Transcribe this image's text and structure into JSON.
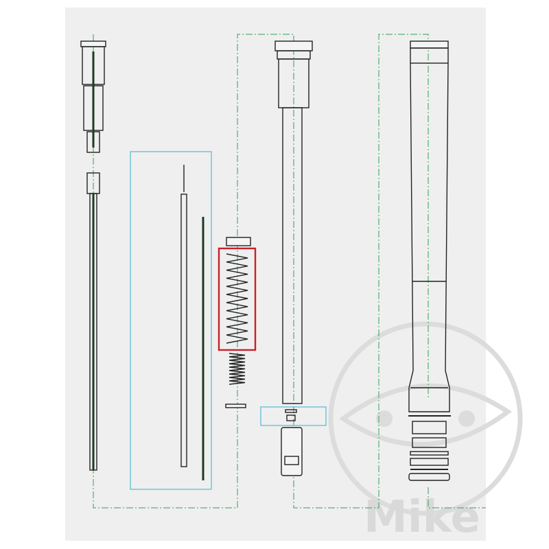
{
  "diagram": {
    "type": "exploded parts drawing",
    "watermark": {
      "text": "Mike",
      "color": "#d9d9d9"
    },
    "colors": {
      "background": "#efefef",
      "axis_line": "#2fa05a",
      "group_box": "#5bbfd6",
      "highlight_box": "#c8202a",
      "part_outline": "#222222"
    },
    "highlighted_part": "spring"
  }
}
